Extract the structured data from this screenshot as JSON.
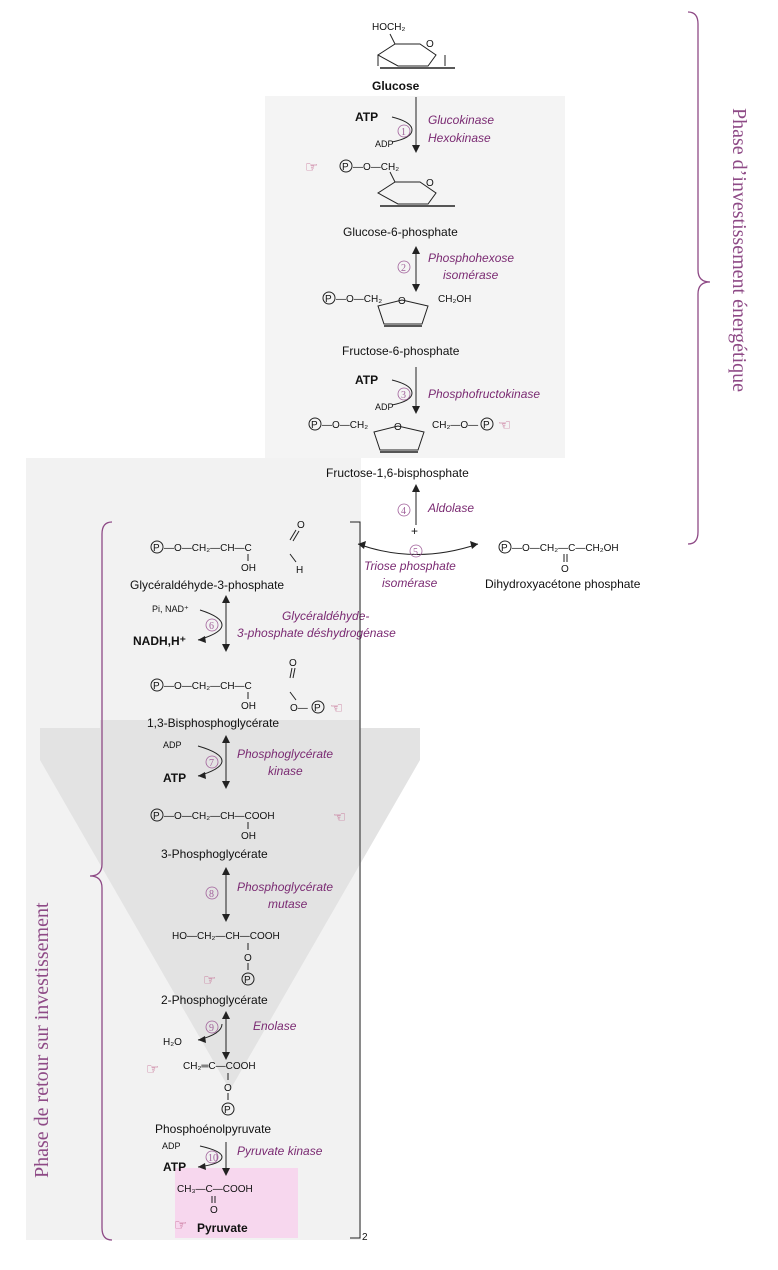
{
  "molecules": {
    "glucose": "Glucose",
    "g6p": "Glucose-6-phosphate",
    "f6p": "Fructose-6-phosphate",
    "f16bp": "Fructose-1,6-bisphosphate",
    "g3p": "Glycéraldéhyde-3-phosphate",
    "dhap": "Dihydroxyacétone phosphate",
    "bpg13": "1,3-Bisphosphoglycérate",
    "pg3": "3-Phosphoglycérate",
    "pg2": "2-Phosphoglycérate",
    "pep": "Phosphoénolpyruvate",
    "pyruvate": "Pyruvate"
  },
  "enzymes": {
    "e1a": "Glucokinase",
    "e1b": "Hexokinase",
    "e2a": "Phosphohexose",
    "e2b": "isomérase",
    "e3": "Phosphofructokinase",
    "e4": "Aldolase",
    "e5a": "Triose phosphate",
    "e5b": "isomérase",
    "e6a": "Glycéraldéhyde-",
    "e6b": "3-phosphate déshydrogénase",
    "e7a": "Phosphoglycérate",
    "e7b": "kinase",
    "e8a": "Phosphoglycérate",
    "e8b": "mutase",
    "e9": "Enolase",
    "e10": "Pyruvate kinase"
  },
  "steps": [
    "1",
    "2",
    "3",
    "4",
    "5",
    "6",
    "7",
    "8",
    "9",
    "10"
  ],
  "cofactors": {
    "atp": "ATP",
    "adp": "ADP",
    "pi_nad": "Pi, NAD⁺",
    "nadh": "NADH,H⁺",
    "h2o": "H₂O",
    "plus": "+"
  },
  "formulas": {
    "hoch2": "HOCH₂",
    "ring_o": "O",
    "p": "P",
    "o_ch2": "—O—CH₂",
    "ch2oh": "CH₂OH",
    "ch2_o": "CH₂—O—",
    "g3p_chain": "—O—CH₂—CH—C",
    "oh": "OH",
    "h": "H",
    "o": "O",
    "dhap_chain": "—O—CH₂—C—CH₂OH",
    "bpg_chain": "—O—CH₂—CH—C",
    "o_p": "O—",
    "pg3_chain": "—O—CH₂—CH—COOH",
    "pg2_chain": "HO—CH₂—CH—COOH",
    "pep_chain": "CH₂═C—COOH",
    "pyr_chain": "CH₃—C—COOH"
  },
  "phases": {
    "investment": "Phase d’investissement énergétique",
    "return": "Phase de retour sur investissement"
  },
  "page_number": "2"
}
